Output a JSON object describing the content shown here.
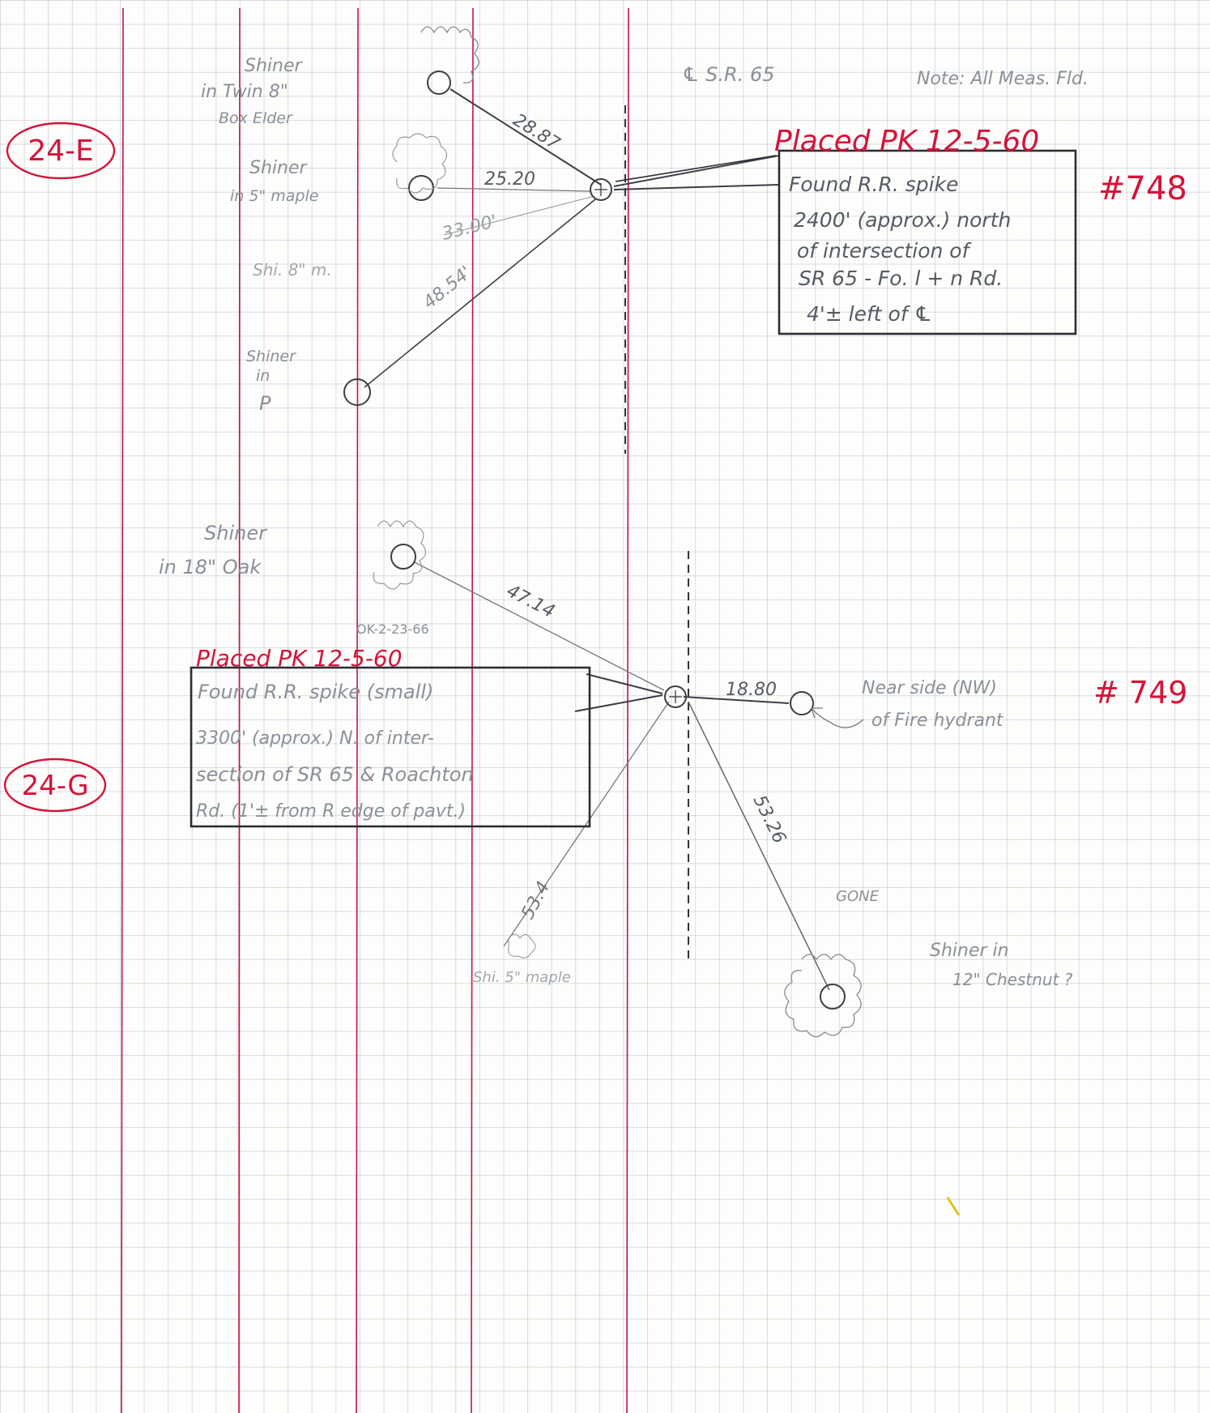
{
  "colors": {
    "red_ink": "#d4143a",
    "pencil": "#3a3f46",
    "pencil_light": "#8a9098",
    "ruling": "#c2134a",
    "grid": "#a9b2c6"
  },
  "sheet": {
    "note": "Note: All Meas. Fld.",
    "centerline_label": "℄ S.R. 65"
  },
  "station_748": {
    "section": "24-E",
    "number": "#748",
    "placed": "Placed PK 12-5-60",
    "box_lines": [
      "Found R.R. spike",
      "2400' (approx.) north",
      "of intersection of",
      "SR 65 - Fo. l + n Rd.",
      "4'± left of ℄"
    ],
    "refs": [
      {
        "label_lines": [
          "Shiner",
          "in Twin 8\"",
          "Box Elder"
        ],
        "distance": "28.87"
      },
      {
        "label_lines": [
          "Shiner",
          "in 5\" maple"
        ],
        "distance": "25.20"
      },
      {
        "label_lines": [
          "Shi. 8\" m."
        ],
        "distance": "33.00'"
      },
      {
        "label_lines": [
          "Shiner",
          "in",
          "P"
        ],
        "distance": "48.54'"
      }
    ]
  },
  "station_749": {
    "section": "24-G",
    "number": "# 749",
    "placed": "Placed PK 12-5-60",
    "check": "OK-2-23-66",
    "box_lines": [
      "Found R.R. spike (small)",
      "3300' (approx.) N. of inter-",
      "section of SR 65 & Roachton",
      "Rd. (1'± from R edge of pavt.)"
    ],
    "refs": [
      {
        "label_lines": [
          "Shiner",
          "in 18\" Oak"
        ],
        "distance": "47.14"
      },
      {
        "label_lines": [
          "Near side (NW)",
          "of Fire hydrant"
        ],
        "distance": "18.80"
      },
      {
        "label_lines": [
          "Shiner in",
          "12\" Chestnut ?"
        ],
        "distance": "53.26",
        "status": "GONE"
      },
      {
        "label_lines": [
          "Shi. 5\" maple"
        ],
        "distance": "53.4"
      }
    ]
  }
}
